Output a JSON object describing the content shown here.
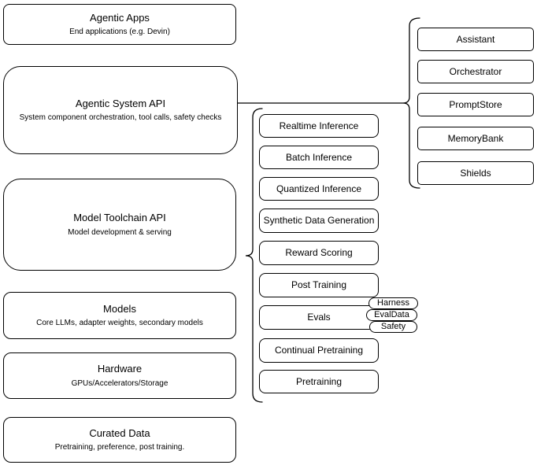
{
  "diagram": {
    "colors": {
      "background": "#ffffff",
      "stroke": "#000000",
      "fill": "#ffffff",
      "text": "#000000"
    },
    "stack": [
      {
        "title": "Agentic Apps",
        "subtitle": "End applications (e.g. Devin)"
      },
      {
        "title": "Agentic System API",
        "subtitle": "System component orchestration, tool calls, safety checks"
      },
      {
        "title": "Model Toolchain API",
        "subtitle": "Model development & serving"
      },
      {
        "title": "Models",
        "subtitle": "Core LLMs, adapter weights, secondary models"
      },
      {
        "title": "Hardware",
        "subtitle": "GPUs/Accelerators/Storage"
      },
      {
        "title": "Curated Data",
        "subtitle": "Pretraining, preference, post training."
      }
    ],
    "toolchain_items": [
      "Realtime Inference",
      "Batch Inference",
      "Quantized Inference",
      "Synthetic Data Generation",
      "Reward Scoring",
      "Post Training",
      "Evals",
      "Continual Pretraining",
      "Pretraining"
    ],
    "system_components": [
      "Assistant",
      "Orchestrator",
      "PromptStore",
      "MemoryBank",
      "Shields"
    ],
    "evals_tags": [
      "Harness",
      "EvalData",
      "Safety"
    ]
  }
}
